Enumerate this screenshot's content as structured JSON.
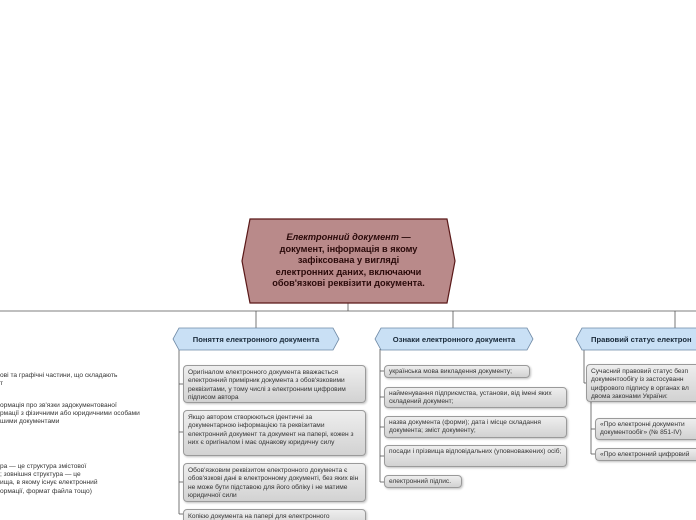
{
  "root": {
    "title_em": "Електронний документ",
    "title_rest": " — документ, інформація в якому зафіксована у вигляді електронних даних, включаючи обов'язкові реквізити документа."
  },
  "branches": [
    {
      "label": "Поняття електронного документа"
    },
    {
      "label": "Ознаки електронного документа"
    },
    {
      "label": "Правовий статус електрон"
    }
  ],
  "concept_notes": [
    "Оригіналом електронного документа вважається електронний примірник документа з обов'язковими реквізитами, у тому числі з електронним цифровим підписом автора",
    "Якщо автором створюються ідентичні за документарною інформацією та реквізитами електронний документ та документ на папері, кожен з них є оригіналом і має однакову юридичну силу",
    "Обов'язковим реквізитом електронного документа є обов'язкові дані в електронному документі, без яких він не може бути підставою для його обліку і не матиме юридичної сили",
    "Копією документа на папері для електронного"
  ],
  "features_notes": [
    "українська мова викладення документу;",
    "найменування підприємства, установи, від імені яких складений документ;",
    "назва документа (форми); дата і місце складання документа; зміст документу;",
    "посади і прізвища відповідальних (уповноважених) осіб;",
    "електронний підпис."
  ],
  "status_notes": [
    "Сучасний правовий статус безп документообігу із застосуванн цифрового підпису в органах вл двома законами України:",
    "«Про електронні документи документообіг» (№ 851-IV)",
    "«Про електронний цифровий"
  ],
  "left_texts": [
    "ові та графічні частини, що складають\nт",
    "ормація про зв'язки задокументованої\nрмації з фізичними або юридичними особами\nшими документами",
    "ра — це структура змістової\n; зовнішня структура — це\nища, в якому існує електронний\nормації, формат файла тощо)"
  ],
  "colors": {
    "root_fill": "#b98a8a",
    "root_border": "#5a1818",
    "branch_fill": "#c9e0f5",
    "branch_border": "#6f8aa6",
    "line": "#555555"
  }
}
